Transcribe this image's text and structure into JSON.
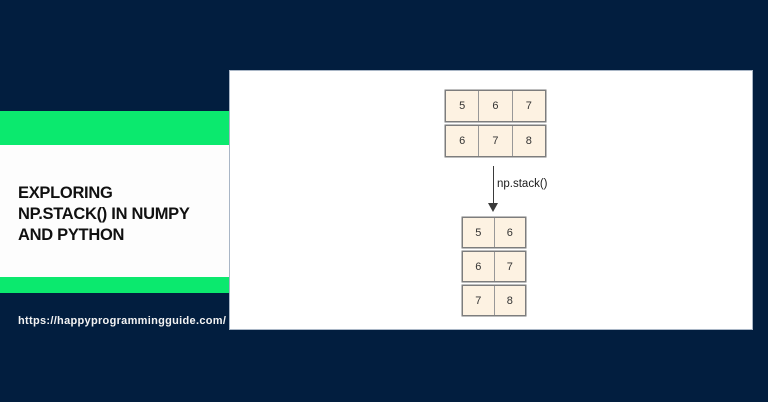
{
  "colors": {
    "navy": "#021e3f",
    "green": "#0be96e",
    "panel-bg": "#ffffff",
    "panel-border": "#a9b6c6",
    "cell-bg": "#fdf2e2",
    "cell-border": "#7d7d7d",
    "title-text": "#101010",
    "url-text": "#f3f3f3"
  },
  "left": {
    "title_lines": [
      "EXPLORING",
      "NP.STACK() IN NUMPY",
      "AND PYTHON"
    ],
    "url": "https://happyprogrammingguide.com/"
  },
  "diagram": {
    "arrow_label": "np.stack()",
    "input_arrays": [
      {
        "cells": [
          "5",
          "6",
          "7"
        ]
      },
      {
        "cells": [
          "6",
          "7",
          "8"
        ]
      }
    ],
    "output_array": [
      {
        "cells": [
          "5",
          "6"
        ]
      },
      {
        "cells": [
          "6",
          "7"
        ]
      },
      {
        "cells": [
          "7",
          "8"
        ]
      }
    ]
  }
}
